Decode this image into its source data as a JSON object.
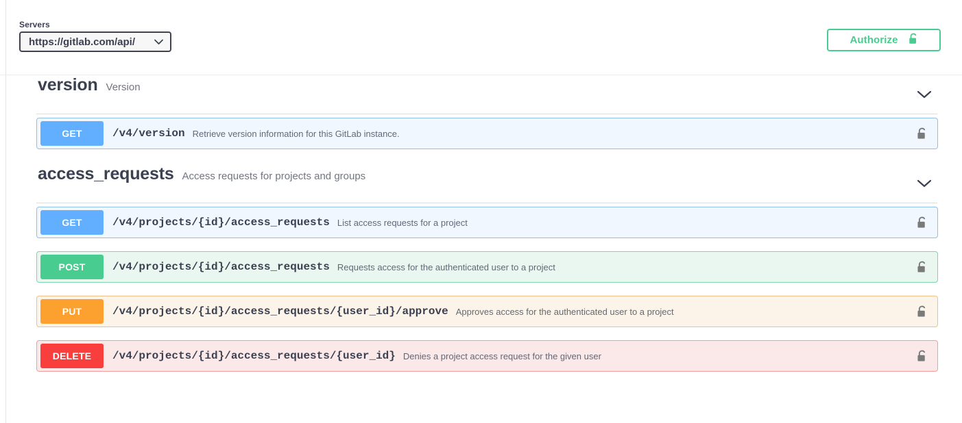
{
  "topbar": {
    "servers_label": "Servers",
    "server_value": "https://gitlab.com/api/",
    "server_chevron_icon": "chevron-down-icon",
    "authorize_label": "Authorize",
    "authorize_icon": "unlock-icon",
    "authorize_color": "#49cc90"
  },
  "sections": [
    {
      "name": "version",
      "description": "Version",
      "collapse_icon": "chevron-down-icon",
      "operations": [
        {
          "method": "GET",
          "path": "/v4/version",
          "summary": "Retrieve version information for this GitLab instance.",
          "lock_icon": "unlock-icon",
          "method_color": "#61affe",
          "row_bg": "#f0f7ff",
          "row_border": "#8fbfe8"
        }
      ]
    },
    {
      "name": "access_requests",
      "description": "Access requests for projects and groups",
      "collapse_icon": "chevron-down-icon",
      "operations": [
        {
          "method": "GET",
          "path": "/v4/projects/{id}/access_requests",
          "summary": "List access requests for a project",
          "lock_icon": "unlock-icon",
          "method_color": "#61affe",
          "row_bg": "#f0f7ff",
          "row_border": "#8fbfe8"
        },
        {
          "method": "POST",
          "path": "/v4/projects/{id}/access_requests",
          "summary": "Requests access for the authenticated user to a project",
          "lock_icon": "unlock-icon",
          "method_color": "#49cc90",
          "row_bg": "#e9f7f0",
          "row_border": "#7fd4ab"
        },
        {
          "method": "PUT",
          "path": "/v4/projects/{id}/access_requests/{user_id}/approve",
          "summary": "Approves access for the authenticated user to a project",
          "lock_icon": "unlock-icon",
          "method_color": "#fca130",
          "row_bg": "#fcf4e8",
          "row_border": "#f0c08a"
        },
        {
          "method": "DELETE",
          "path": "/v4/projects/{id}/access_requests/{user_id}",
          "summary": "Denies a project access request for the given user",
          "lock_icon": "unlock-icon",
          "method_color": "#f93e3e",
          "row_bg": "#fbe9e9",
          "row_border": "#f29c9c"
        }
      ]
    }
  ]
}
